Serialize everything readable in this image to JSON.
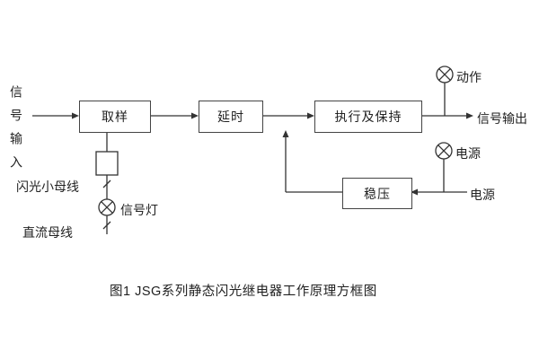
{
  "diagram": {
    "signal_input": "信号输入",
    "blocks": {
      "sampling": "取样",
      "delay": "延时",
      "execute_hold": "执行及保持",
      "regulator": "稳压"
    },
    "lamps": {
      "action": "动作",
      "power": "电源",
      "signal": "信号灯"
    },
    "labels": {
      "signal_output": "信号输出",
      "power_source": "电源",
      "flash_small_bus": "闪光小母线",
      "dc_bus": "直流母线"
    },
    "caption": "图1  JSG系列静态闪光继电器工作原理方框图",
    "colors": {
      "line": "#333333",
      "text": "#222222",
      "background": "#ffffff"
    }
  }
}
